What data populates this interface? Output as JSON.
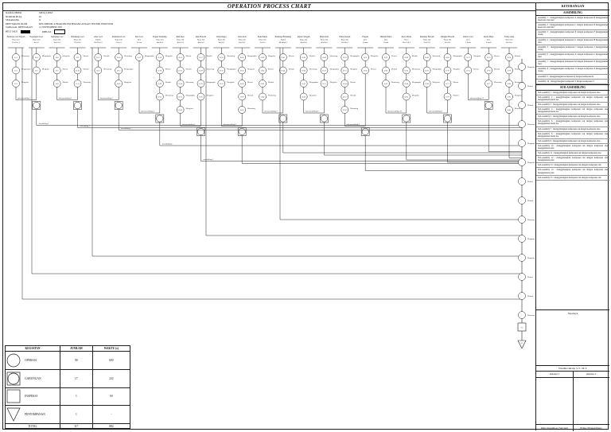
{
  "title": "OPERATION PROCESS CHART",
  "header": {
    "rows": [
      {
        "key": "NAMA OBJEK",
        "value": "MEJA LIPAT"
      },
      {
        "key": "NOMOR PETA",
        "value": "01"
      },
      {
        "key": "SEKARANG",
        "value": "X"
      },
      {
        "key": "DIPETAKAN OLEH",
        "value": "KELOMPOK 4 PRAKTIKUM PERANCANGAN TEKNIK INDUSTRI"
      },
      {
        "key": "TANGGAL DIPETAKAN",
        "value": "12 SEPTEMBER 2021"
      }
    ],
    "legend_black_label": "BELI JADI",
    "legend_white_label": "DIBUAT"
  },
  "right_panel": {
    "heading": "KETERANGAN",
    "section1": "ASSEMBLING",
    "section2": "SUB-ASSEMBLING",
    "assembly_notes": [
      "Assembly 1 : menggabungkan komponen A dengan komponen B menggunakan mesin bor dan baut",
      "Assembly 2 : menggabungkan komponen C dengan komponen D menggunakan mesin bor dan baut",
      "Assembly 3 : menggabungkan komponen E dengan komponen F menggunakan obeng",
      "Assembly 4 : menggabungkan komponen G dengan komponen H menggunakan palu",
      "Assembly 5 : menggabungkan komponen I dengan komponen J menggunakan obeng",
      "Assembly 6 : menggabungkan komponen K dengan komponen L menggunakan baut",
      "Assembly 7 : menggabungkan komponen M dengan komponen N menggunakan baut",
      "Assembly 8 : menggabungkan komponen O dengan komponen P menggunakan obeng",
      "Assembly 9 : menggabungkan komponen Q dengan komponen R",
      "Assembly 10 : menggabungkan komponen S dengan komponen T"
    ],
    "subassembly_notes": [
      "Sub-assembly 1 : menggabungkan komponen rak dengan komponen alas",
      "Sub-assembly 2 : menggabungkan komponen rak dengan komponen alas menggunakan mesin bor",
      "Sub-assembly 3 : menggabungkan komponen rak dengan komponen alas",
      "Sub-assembly 4 : menggabungkan komponen rak dengan komponen alas menggunakan mesin bor",
      "Sub-assembly 5 : menggabungkan komponen rak dengan komponen alas",
      "Sub-assembly 6 : menggabungkan komponen rak dengan komponen alas menggunakan mesin bor",
      "Sub-assembly 7 : menggabungkan komponen rak dengan komponen alas",
      "Sub-assembly 8 : menggabungkan komponen rak dengan komponen alas menggunakan mesin bor",
      "Sub-assembly 9 : menggabungkan komponen rak dengan komponen alas",
      "Sub-assembly 10 : menggabungkan komponen rak dengan komponen alas menggunakan palu",
      "Sub-assembly 11 : menggabungkan komponen rak dengan komponen alas",
      "Sub-assembly 12 : menggabungkan komponen rak dengan komponen alas menggunakan palu",
      "Sub-assembly 13 : menggabungkan komponen rak dengan komponen alas",
      "Sub-assembly 14 : menggabungkan komponen rak dengan komponen alas menggunakan palu",
      "Sub-assembly 15 : menggabungkan komponen rak dengan komponen alas"
    ],
    "approved_label": "Surabaya",
    "signatory_title": "Nandika Ikram, S.T., M.T.",
    "assistant1": "Asisten 1",
    "assistant2": "Asisten 2",
    "name1": "Dina Kusumaya Setyanti",
    "name2": "Erlina Djunaedinata"
  },
  "summary": {
    "headers": [
      "KEGIATAN",
      "JUMLAH",
      "WAKTU (s)"
    ],
    "rows": [
      {
        "name": "OPERASI",
        "count": "98",
        "time": "600"
      },
      {
        "name": "GABUNGAN",
        "count": "17",
        "time": "222"
      },
      {
        "name": "INSPEKSI",
        "count": "1",
        "time": "60"
      },
      {
        "name": "PENYIMPANAN",
        "count": "1",
        "time": "-"
      }
    ],
    "total": {
      "name": "TOTAL",
      "count": "117",
      "time": "882"
    }
  },
  "columns": [
    {
      "label": "Penutup Laci Depan",
      "sub": "Kayu Jati",
      "w": "25x35x1,5"
    },
    {
      "label": "Pegangan Laci",
      "sub": "Kayu Jati",
      "w": "8x2x1"
    },
    {
      "label": "Samping Laci",
      "sub": "Kayu Jati",
      "w": "30x10x1"
    },
    {
      "label": "Belakang Laci",
      "sub": "Kayu Jati",
      "w": "22x10x1"
    },
    {
      "label": "Alas Laci",
      "sub": "Triplek",
      "w": "30x22x0,3"
    },
    {
      "label": "Pembatas Laci",
      "sub": "Kayu Jati",
      "w": "22x5x1"
    },
    {
      "label": "Rel Laci",
      "sub": "Besi",
      "w": "30 cm"
    },
    {
      "label": "Papan Samping",
      "sub": "Kayu Jati",
      "w": "40x30x2"
    },
    {
      "label": "Rak Atas",
      "sub": "Kayu Jati",
      "w": "40x25x2"
    },
    {
      "label": "Rak Bawah",
      "sub": "Kayu Jati",
      "w": "40x25x2"
    },
    {
      "label": "Penyangga",
      "sub": "Kayu Jati",
      "w": "40x5x2"
    },
    {
      "label": "Alas Atas",
      "sub": "Kayu Jati",
      "w": "50x35x2"
    },
    {
      "label": "Kaki Meja",
      "sub": "Kayu Jati",
      "w": "70x5x5"
    },
    {
      "label": "Penutup Belakang",
      "sub": "Triplek",
      "w": "40x40x0,3"
    },
    {
      "label": "Papan Tengah",
      "sub": "Kayu Jati",
      "w": "40x30x2"
    },
    {
      "label": "Pintu Kiri",
      "sub": "Kayu Jati",
      "w": "40x20x2"
    },
    {
      "label": "Pintu Kanan",
      "sub": "Kayu Jati",
      "w": "40x20x2"
    },
    {
      "label": "Engsel",
      "sub": "Besi",
      "w": "4 buah"
    },
    {
      "label": "Handle Pintu",
      "sub": "Besi",
      "w": "2 buah"
    },
    {
      "label": "Kaca Pintu",
      "sub": "Kaca",
      "w": "30x15x0,3"
    },
    {
      "label": "Penutup Bawah",
      "sub": "Kayu Jati",
      "w": "50x35x2"
    },
    {
      "label": "Rangka Bawah",
      "sub": "Kayu Jati",
      "w": "45x5x2"
    },
    {
      "label": "Kunci Laci",
      "sub": "Besi",
      "w": "1 buah"
    },
    {
      "label": "Roda Meja",
      "sub": "Besi",
      "w": "4 buah"
    },
    {
      "label": "Tutup Atas",
      "sub": "Kayu Jati",
      "w": "50x35x1"
    }
  ],
  "assembly_labels": [
    "sub-assembling 1",
    "sub-assembling 2",
    "sub-assembling 3",
    "sub-assembling 4",
    "sub-assembling 5",
    "sub-assembling 6",
    "sub-assembling 7",
    "sub-assembling 8",
    "sub-assembling 9",
    "sub-assembling 10",
    "sub-assembling 11",
    "sub-assembling 12",
    "assembling 1",
    "assembling 2",
    "assembling 3",
    "assembling 4",
    "assembling 5"
  ],
  "op_labels": [
    "Memotong",
    "Mengamplas",
    "Mengebor",
    "Mencat",
    "Merakit"
  ],
  "final_labels": {
    "inspection": "I-1",
    "storage": "S-1"
  }
}
